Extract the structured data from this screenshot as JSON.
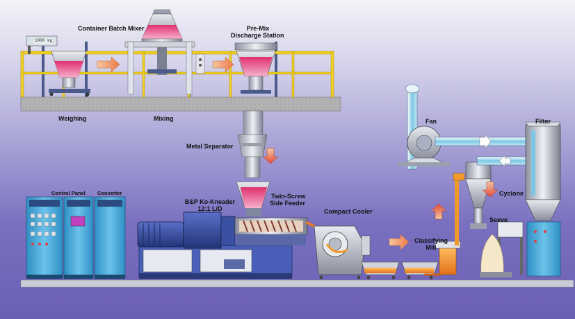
{
  "labels": {
    "container_batch_mixer": "Container Batch Mixer",
    "pre_mix_discharge_1": "Pre-Mix",
    "pre_mix_discharge_2": "Discharge Station",
    "weighing": "Weighing",
    "mixing": "Mixing",
    "metal_separator": "Metal Separator",
    "kneader_1": "B&P Ko-Kneader",
    "kneader_2": "12:1 L/D",
    "twin_screw_1": "Twin-Screw",
    "twin_screw_2": "Side Feeder",
    "compact_cooler": "Compact Cooler",
    "classifying_mill_1": "Classifying",
    "classifying_mill_2": "Mill",
    "fan": "Fan",
    "filter": "Filter",
    "cyclone": "Cyclone",
    "seeve": "Seeve",
    "control_panel": "Control Panel",
    "converter": "Converter"
  },
  "scale_readout": "1000 kg",
  "colors": {
    "material_top": "#e0306e",
    "material_bottom": "#f3a0c0",
    "flow_arrow": "#f4a070",
    "return_arrow": "#e05050",
    "duct": "#8ecfe6",
    "frame": "#f2d21e",
    "cabinet": "#4aa8d8",
    "machine": "#3a4fa8",
    "cooler_powder": "#f09a2a"
  },
  "icons": [
    "arrow-right-icon",
    "arrow-down-icon",
    "arrow-up-icon",
    "arrow-left-icon"
  ]
}
